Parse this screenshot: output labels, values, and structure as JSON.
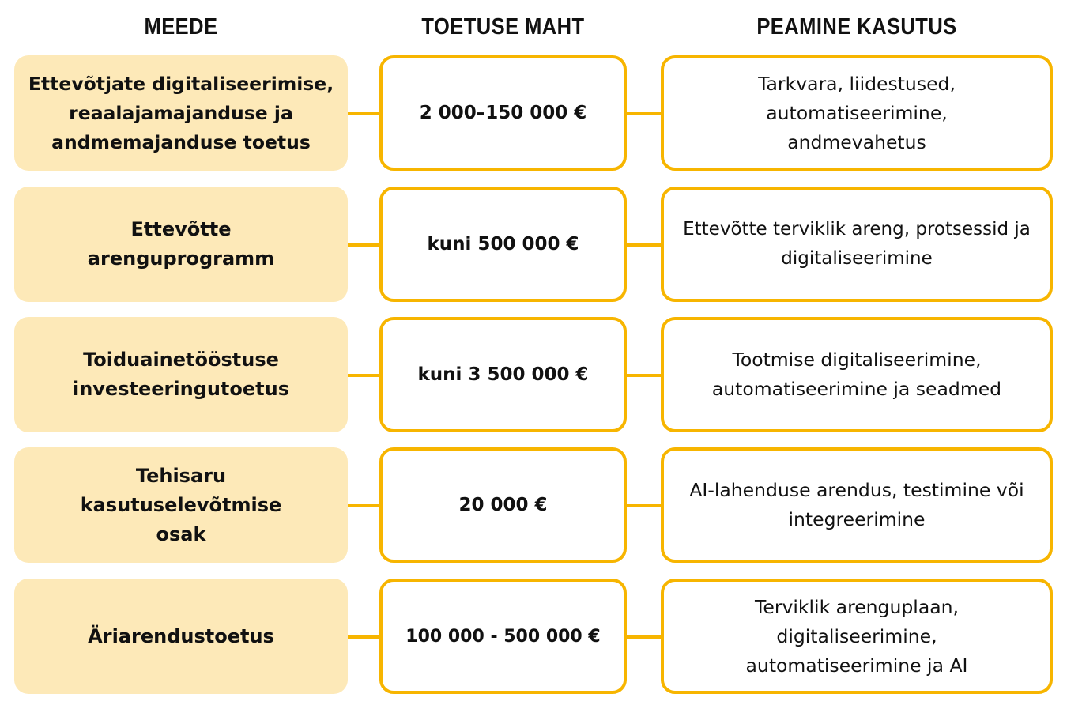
{
  "headers": {
    "measure": "MEEDE",
    "amount": "TOETUSE MAHT",
    "usage": "PEAMINE KASUTUS"
  },
  "rows": [
    {
      "measure": "Ettevõtjate digitaliseerimise, reaalajamajanduse ja andmemajanduse toetus",
      "amount": "2 000–150 000 €",
      "usage": "Tarkvara, liidestused, automatiseerimine, andmevahetus"
    },
    {
      "measure": "Ettevõtte arenguprogramm",
      "amount": "kuni 500 000 €",
      "usage": "Ettevõtte terviklik areng, protsessid ja digitaliseerimine"
    },
    {
      "measure": "Toiduainetööstuse investeeringutoetus",
      "amount": "kuni 3 500 000 €",
      "usage": "Tootmise digitaliseerimine, automatiseerimine ja seadmed"
    },
    {
      "measure": "Tehisaru kasutuselevõtmise osak",
      "amount": "20 000 €",
      "usage": "AI-lahenduse arendus, testimine või integreerimine"
    },
    {
      "measure": "Äriarendustoetus",
      "amount": "100 000 - 500 000 €",
      "usage": "Terviklik arenguplaan, digitaliseerimine, automatiseerimine ja AI"
    }
  ],
  "colors": {
    "accent": "#f7b500",
    "measure_fill": "#fde9b8"
  }
}
